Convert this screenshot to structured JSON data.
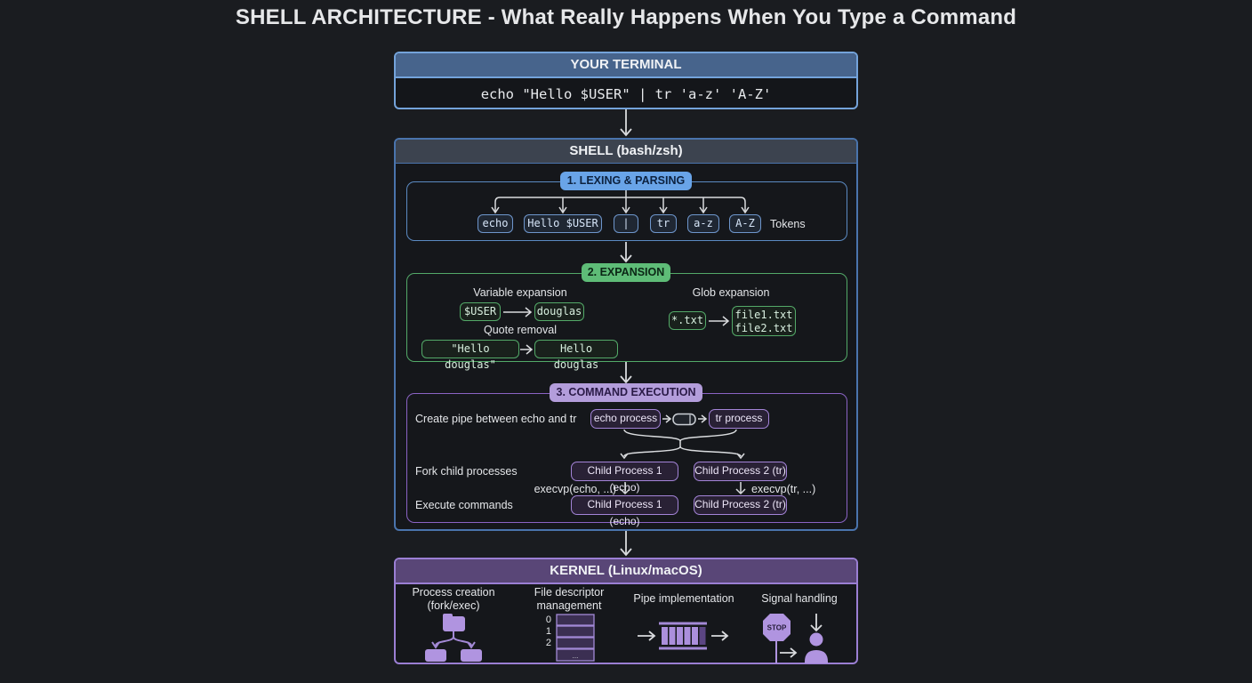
{
  "title": "SHELL ARCHITECTURE - What Really Happens When You Type a Command",
  "colors": {
    "blue_accent": "#69a4e8",
    "green_accent": "#5ebc77",
    "purple_accent": "#b39ddb",
    "arrow": "#d9dbde"
  },
  "terminal": {
    "header": "YOUR TERMINAL",
    "command": "echo \"Hello $USER\" | tr 'a-z' 'A-Z'"
  },
  "shell": {
    "header": "SHELL (bash/zsh)",
    "lexing": {
      "badge": "1. LEXING & PARSING",
      "tokens": [
        "echo",
        "Hello $USER",
        "|",
        "tr",
        "a-z",
        "A-Z"
      ],
      "tokens_label": "Tokens"
    },
    "expansion": {
      "badge": "2. EXPANSION",
      "variable_label": "Variable expansion",
      "variable_from": "$USER",
      "variable_to": "douglas",
      "quote_label": "Quote removal",
      "quote_from": "\"Hello douglas\"",
      "quote_to": "Hello douglas",
      "glob_label": "Glob expansion",
      "glob_from": "*.txt",
      "glob_to_line1": "file1.txt",
      "glob_to_line2": "file2.txt"
    },
    "execution": {
      "badge": "3. COMMAND EXECUTION",
      "pipe_label": "Create pipe between echo and tr",
      "pipe_left": "echo process",
      "pipe_right": "tr process",
      "fork_label": "Fork child processes",
      "fork_left": "Child Process 1 (echo)",
      "fork_right": "Child Process 2 (tr)",
      "execvp_left": "execvp(echo, ...)",
      "execvp_right": "execvp(tr, ...)",
      "exec_label": "Execute commands",
      "exec_left": "Child Process 1 (echo)",
      "exec_right": "Child Process 2 (tr)"
    }
  },
  "kernel": {
    "header": "KERNEL (Linux/macOS)",
    "col1_line1": "Process creation",
    "col1_line2": "(fork/exec)",
    "col2_line1": "File descriptor",
    "col2_line2": "management",
    "col3": "Pipe implementation",
    "col4": "Signal handling",
    "fd_rows": [
      "0",
      "1",
      "2"
    ],
    "fd_more": "...",
    "stop": "STOP"
  }
}
